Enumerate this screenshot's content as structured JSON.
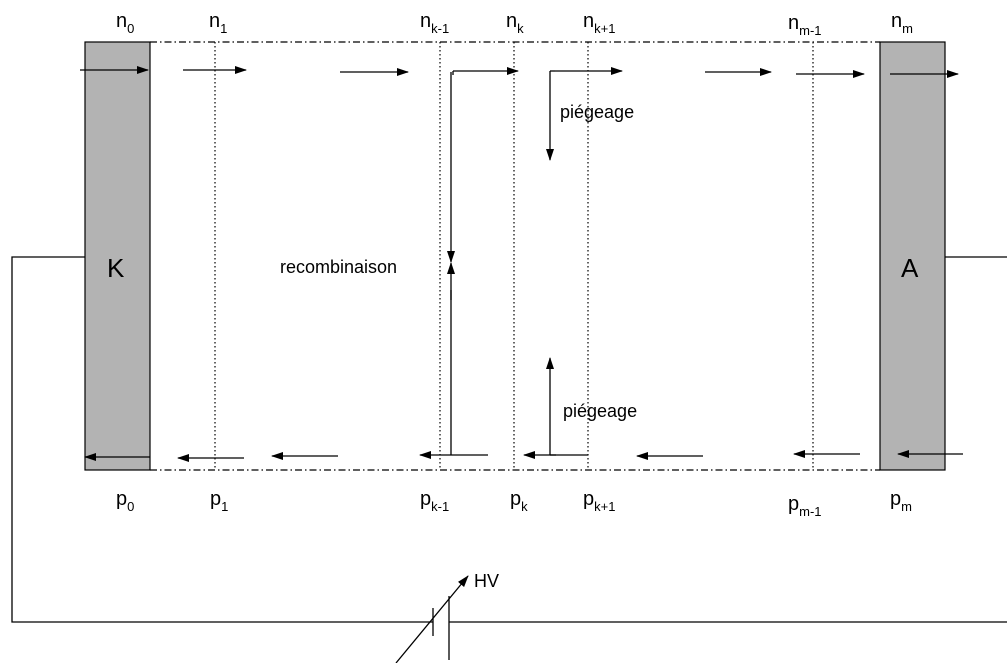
{
  "electrodes": {
    "cathode": {
      "label": "K",
      "fill": "#b3b3b3"
    },
    "anode": {
      "label": "A",
      "fill": "#b3b3b3"
    }
  },
  "top_labels": {
    "n0": {
      "base": "n",
      "sub": "0"
    },
    "n1": {
      "base": "n",
      "sub": "1"
    },
    "nk_1": {
      "base": "n",
      "sub": "k-1"
    },
    "nk": {
      "base": "n",
      "sub": "k"
    },
    "nk1": {
      "base": "n",
      "sub": "k+1"
    },
    "nm_1": {
      "base": "n",
      "sub": "m-1"
    },
    "nm": {
      "base": "n",
      "sub": "m"
    }
  },
  "bottom_labels": {
    "p0": {
      "base": "p",
      "sub": "0"
    },
    "p1": {
      "base": "p",
      "sub": "1"
    },
    "pk_1": {
      "base": "p",
      "sub": "k-1"
    },
    "pk": {
      "base": "p",
      "sub": "k"
    },
    "pk1": {
      "base": "p",
      "sub": "k+1"
    },
    "pm_1": {
      "base": "p",
      "sub": "m-1"
    },
    "pm": {
      "base": "p",
      "sub": "m"
    }
  },
  "annotations": {
    "trapping_top": "piégeage",
    "trapping_bottom": "piégeage",
    "recombination": "recombinaison",
    "high_voltage": "HV"
  }
}
